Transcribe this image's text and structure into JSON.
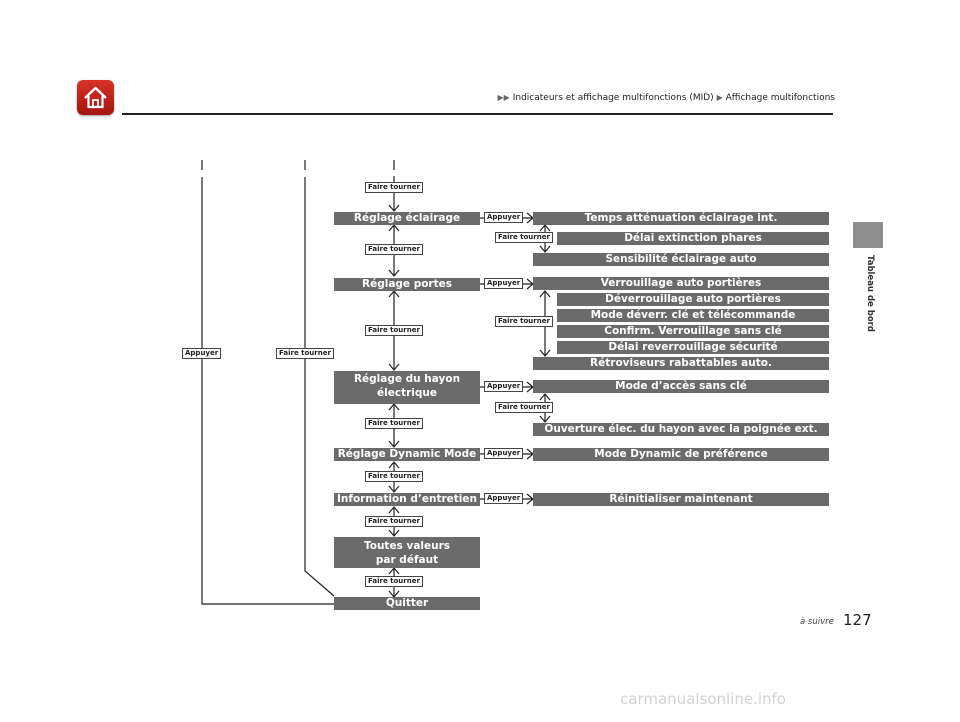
{
  "header": {
    "breadcrumb_1": "Indicateurs et affichage multifonctions (MID)",
    "breadcrumb_2": "Affichage multifonctions",
    "breadcrumb_arrow": "▶▶",
    "breadcrumb_sep": "▶"
  },
  "sidebar": {
    "label": "Tableau de bord"
  },
  "footer": {
    "continued": "à suivre",
    "page_number": "127",
    "watermark": "carmanualsonline.info"
  },
  "tags": {
    "press": "Appuyer",
    "turn": "Faire tourner"
  },
  "menu": [
    "Réglage éclairage",
    "Réglage portes",
    "Réglage du hayon électrique",
    "Réglage Dynamic Mode",
    "Information d’entretien",
    "Toutes valeurs par défaut",
    "Quitter"
  ],
  "lighting": [
    "Temps atténuation éclairage int.",
    "Délai extinction phares",
    "Sensibilité éclairage auto"
  ],
  "doors": [
    "Verrouillage auto portières",
    "Déverrouillage auto portières",
    "Mode déverr. clé et télécommande",
    "Confirm. Verrouillage sans clé",
    "Délai reverrouillage sécurité",
    "Rétroviseurs rabattables auto."
  ],
  "tailgate": [
    "Mode d’accès sans clé",
    "Ouverture élec. du hayon avec la poignée ext."
  ],
  "dynamic": [
    "Mode Dynamic de préférence"
  ],
  "maintenance": [
    "Réinitialiser maintenant"
  ]
}
